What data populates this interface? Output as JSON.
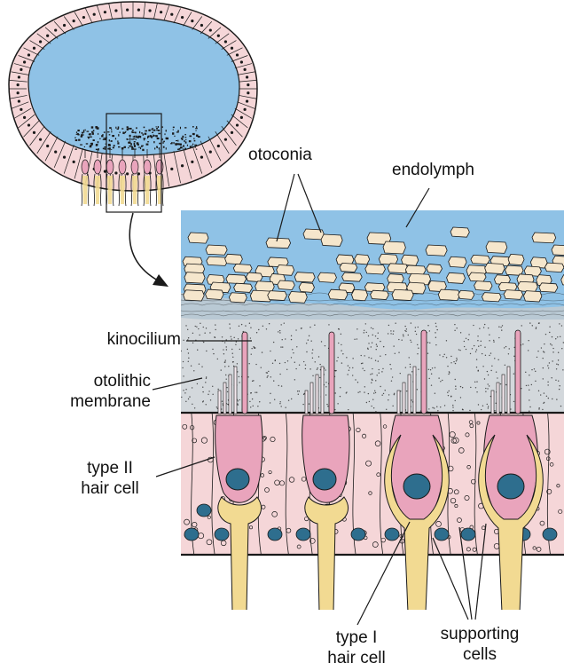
{
  "colors": {
    "endolymph": "#8fc2e6",
    "otoconia": "#f5e6cc",
    "membrane": "#d3d8dc",
    "epithelium": "#f5d6d8",
    "hair_cell": "#e9a4bc",
    "nucleus": "#2e6e8e",
    "nerve_ending": "#f2da92",
    "outline": "#1a1a1a"
  },
  "labels": {
    "otoconia": "otoconia",
    "endolymph": "endolymph",
    "kinocilium": "kinocilium",
    "otolithic_membrane": [
      "otolithic",
      "membrane"
    ],
    "type_ii_hair_cell": [
      "type II",
      "hair cell"
    ],
    "type_i_hair_cell": [
      "type I",
      "hair cell"
    ],
    "supporting_cells": [
      "supporting",
      "cells"
    ]
  }
}
